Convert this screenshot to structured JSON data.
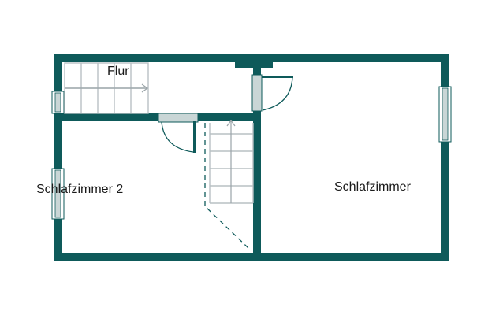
{
  "plan": {
    "wall_color": "#0e5a5a",
    "rooms": [
      {
        "id": "flur",
        "label": "Flur"
      },
      {
        "id": "schlafzimmer-2",
        "label": "Schlafzimmer 2"
      },
      {
        "id": "schlafzimmer",
        "label": "Schlafzimmer"
      }
    ],
    "icons": [
      "staircase-icon",
      "door-icon",
      "window-icon"
    ]
  }
}
